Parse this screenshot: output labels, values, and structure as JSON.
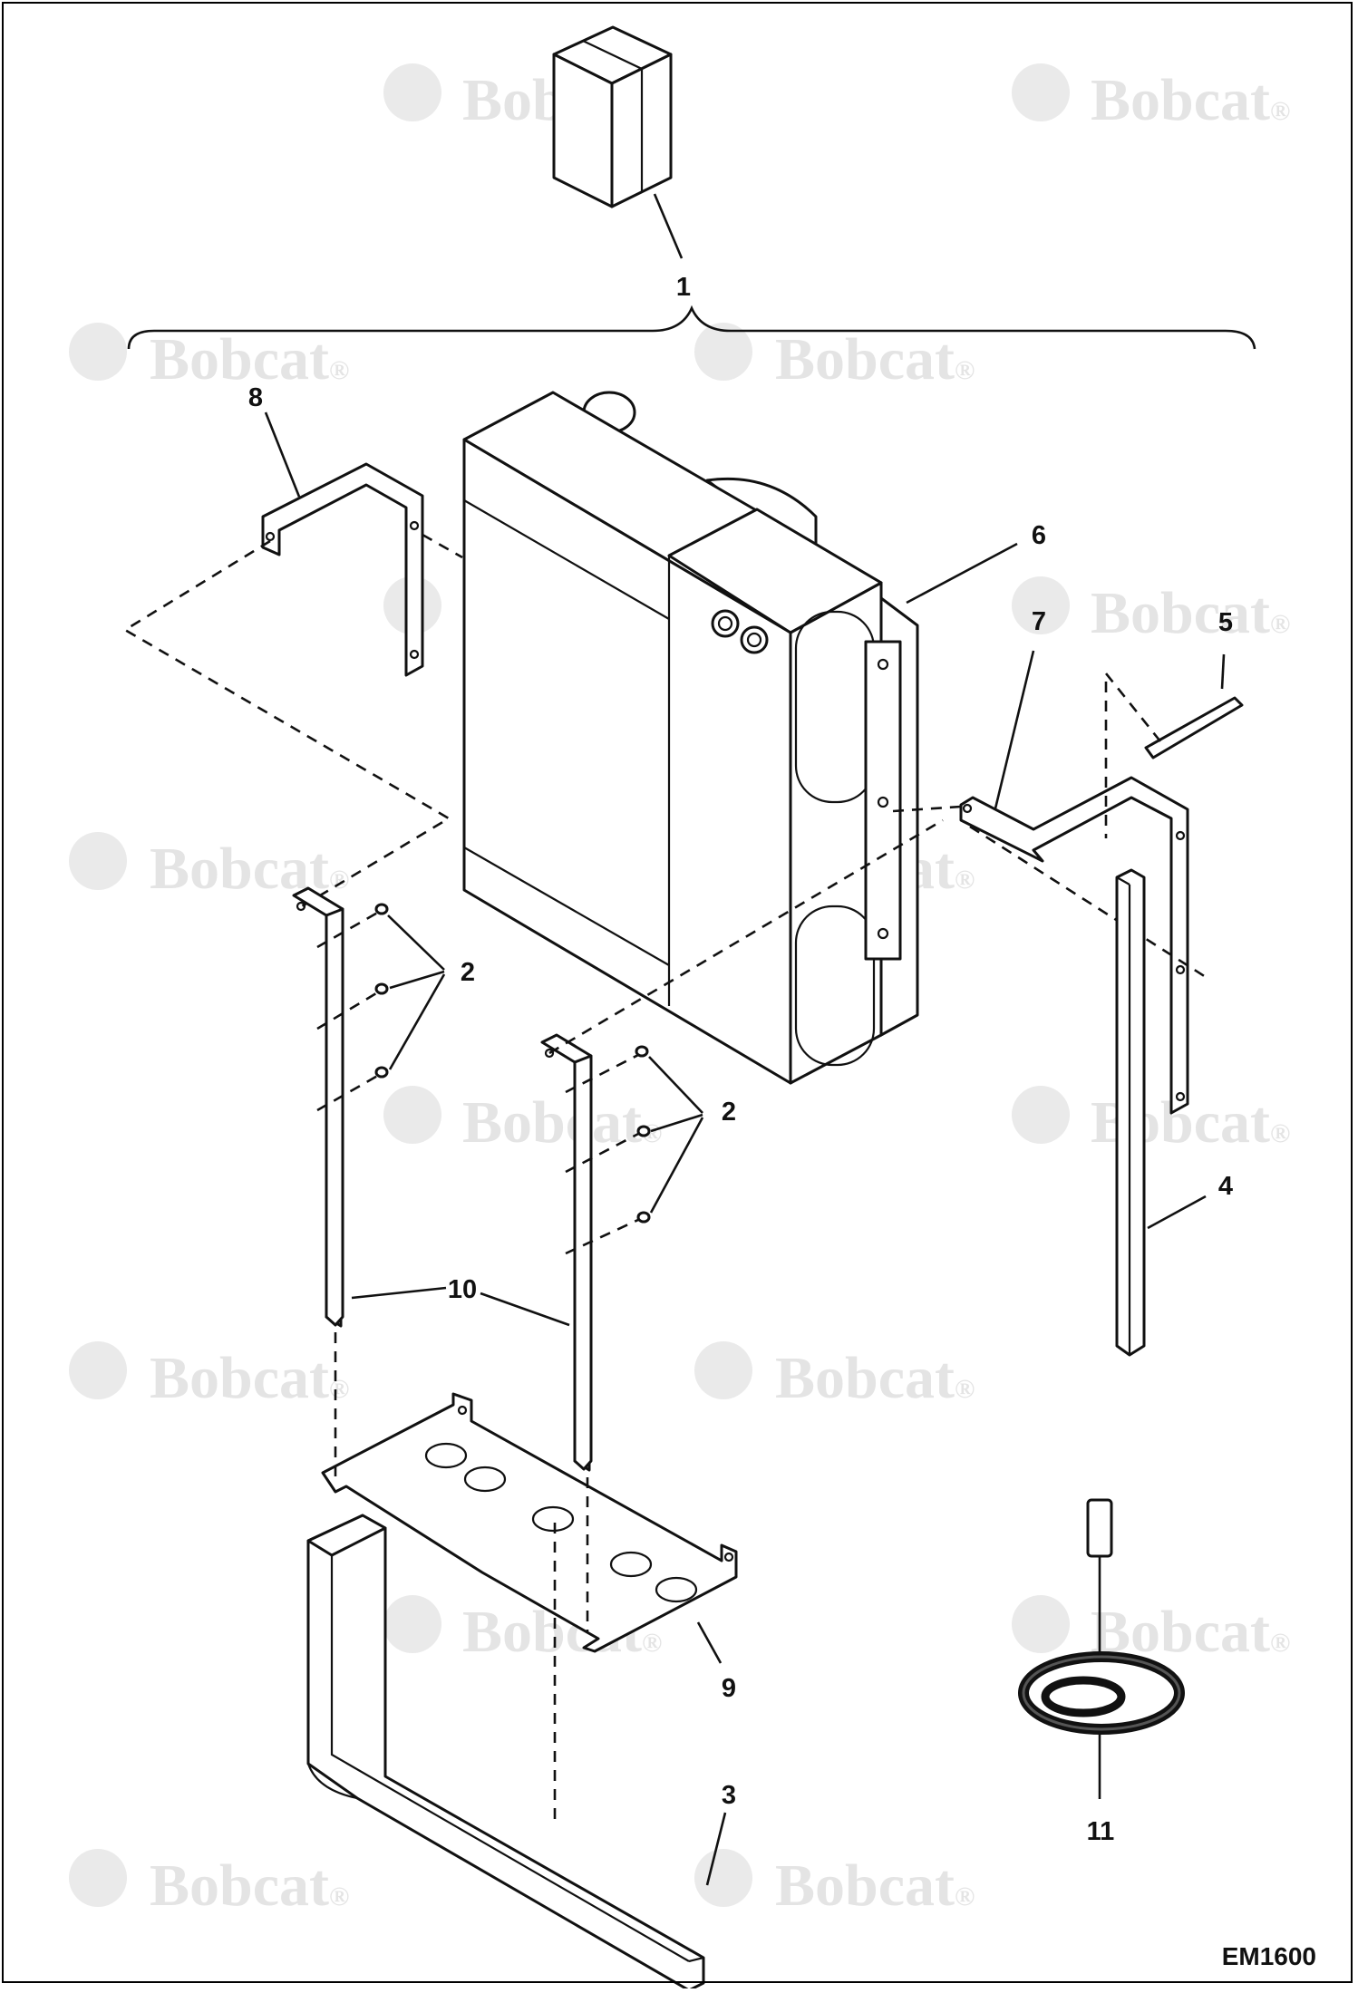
{
  "watermark": {
    "text": "Bobcat",
    "mark": "®"
  },
  "callouts": [
    {
      "id": "c1",
      "label": "1"
    },
    {
      "id": "c2a",
      "label": "2"
    },
    {
      "id": "c2b",
      "label": "2"
    },
    {
      "id": "c3",
      "label": "3"
    },
    {
      "id": "c4",
      "label": "4"
    },
    {
      "id": "c5",
      "label": "5"
    },
    {
      "id": "c6",
      "label": "6"
    },
    {
      "id": "c7",
      "label": "7"
    },
    {
      "id": "c8",
      "label": "8"
    },
    {
      "id": "c9",
      "label": "9"
    },
    {
      "id": "c10",
      "label": "10"
    },
    {
      "id": "c11",
      "label": "11"
    }
  ],
  "figure_code": "EM1600"
}
